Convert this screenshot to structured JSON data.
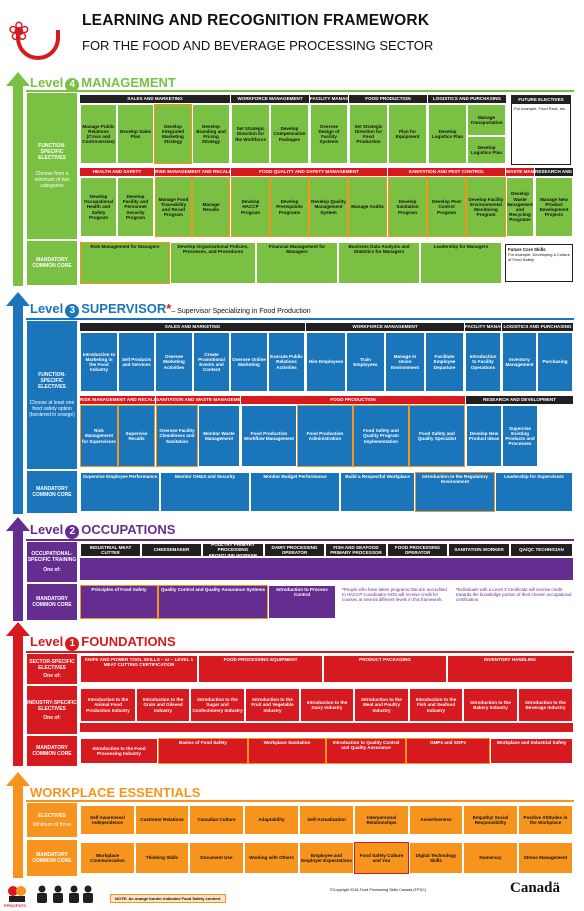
{
  "header": {
    "title": "LEARNING AND RECOGNITION FRAMEWORK",
    "subtitle": "FOR THE FOOD AND BEVERAGE PROCESSING SECTOR"
  },
  "colors": {
    "management": "#7ac143",
    "supervisor": "#1b75bb",
    "occupations": "#662d91",
    "foundations": "#d71920",
    "essentials": "#f7941d",
    "dark": "#231f20"
  },
  "level4": {
    "label": "Level",
    "num": "4",
    "name": "MANAGEMENT",
    "side_electives": "FUNCTION-SPECIFIC ELECTIVES",
    "side_note": "Choose from a minimum of two categories",
    "side_mandatory": "MANDATORY COMMON CORE",
    "cat_sales": "SALES AND MARKETING",
    "cat_workforce": "WORKFORCE MANAGEMENT",
    "cat_facility": "FACILITY MANAGEMENT",
    "cat_food": "FOOD PRODUCTION",
    "cat_logistics": "LOGISTICS AND PURCHASING",
    "future": "FUTURE ELECTIVES",
    "future_sub": "For example: Food Pack, etc.",
    "row1": [
      "Manage Public Relations (Crisis and Controversies)",
      "Develop Sales Plan",
      "Develop Integrated Marketing Strategy",
      "Develop Branding and Pricing Strategy",
      "Set Strategic Direction for the Workforce",
      "Develop Compensation Packages",
      "Oversee Design of Facility Systems",
      "Set Strategic Direction for Food Production",
      "Plan for Equipment",
      "Develop Logistics Plan",
      "Manage Transportation",
      "Develop Logistics Plan"
    ],
    "cat_health": "HEALTH AND SAFETY",
    "cat_risk": "RISK MANAGEMENT AND RECALLS",
    "cat_quality": "FOOD QUALITY AND SAFETY MANAGEMENT",
    "cat_sanitation": "SANITATION AND PEST CONTROL",
    "cat_waste": "WASTE MANAGEMENT",
    "cat_research": "RESEARCH AND DEVELOPMENT",
    "row2": [
      "Develop Occupational Health and Safety Program",
      "Develop Facility and Personnel Security Program",
      "Manage Food Traceability and Recall Program",
      "Manage Recalls",
      "Develop HACCP Program",
      "Develop Prerequisite Programs",
      "Develop Quality Management System",
      "Manage Audits",
      "Develop Sanitation Program",
      "Develop Pest Control Program",
      "Develop Facility Environmental Monitoring Program",
      "Develop Waste Management and Recycling Programs",
      "Manage New Product Development Projects"
    ],
    "core": [
      "Risk Management for Managers",
      "Develop Organizational Policies, Processes, and Procedures",
      "Financial Management for Managers",
      "Business Data Analysis and Statistics for Managers",
      "Leadership for Managers",
      "Future Core Skills"
    ],
    "core_note": "For example: Developing a Culture of Food Safety"
  },
  "level3": {
    "label": "Level",
    "num": "3",
    "name": "SUPERVISOR",
    "tag": "– Supervisor Specializing in Food Production",
    "side_electives": "FUNCTION-SPECIFIC ELECTIVES",
    "side_note": "Choose at least one food safety option (bordered in orange)",
    "side_mandatory": "MANDATORY COMMON CORE",
    "cat_sales": "SALES AND MARKETING",
    "cat_workforce": "WORKFORCE MANAGEMENT",
    "cat_facility": "FACILITY MANAGEMENT",
    "cat_logistics": "LOGISTICS AND PURCHASING",
    "row1": [
      "Introduction to Marketing in the Food Industry",
      "Sell Products and Services",
      "Oversee Marketing Activities",
      "Create Promotional Events and Content",
      "Oversee Online Marketing",
      "Execute Public Relations Activities",
      "Hire Employees",
      "Train Employees",
      "Manage in Union Environment",
      "Facilitate Employee Departure",
      "Introduction to Facility Operations",
      "Inventory Management",
      "Purchasing"
    ],
    "cat_risk": "RISK MANAGEMENT AND RECALLS",
    "cat_sanitation": "SANITATION AND WASTE MANAGEMENT",
    "cat_food": "FOOD PRODUCTION",
    "cat_research": "RESEARCH AND DEVELOPMENT",
    "row2": [
      "Risk Management for Supervisors",
      "Supervise Recalls",
      "Oversee Facility Cleanliness and Sanitation",
      "Monitor Waste Management",
      "Food Production Workflow Management",
      "Food Production Administration",
      "Food Safety and Quality Program Implementation",
      "Food Safety and Quality Specialist",
      "Develop New Product Ideas",
      "Supervise Existing Products and Processes"
    ],
    "core": [
      "Supervise Employee Performance",
      "Monitor OH&S and Security",
      "Monitor Budget Performance",
      "Build a Respectful Workplace",
      "Introduction to the Regulatory Environment",
      "Leadership for Supervisors"
    ]
  },
  "level2": {
    "label": "Level",
    "num": "2",
    "name": "OCCUPATIONS",
    "side_electives": "OCCUPATIONAL-SPECIFIC TRAINING",
    "side_note": "One of:",
    "side_mandatory": "MANDATORY COMMON CORE",
    "occupations": [
      "INDUSTRIAL MEAT CUTTER",
      "CHEESEMAKER",
      "POULTRY PRIMARY PROCESSING FRONTLINE WORKER",
      "DAIRY PROCESSING OPERATOR",
      "FISH AND SEAFOOD PRIMARY PROCESSOR",
      "FOOD PROCESSING OPERATOR",
      "SANITATION WORKER",
      "QA/QC TECHNICIAN"
    ],
    "core": [
      "Principles of Food Safety",
      "Quality Control and Quality Assurance Systems",
      "Introduction to Process Control"
    ],
    "note1": "People who have taken programs that are accredited to HACCP Coordinator NOS will receive credit for courses at several different levels in this framework.",
    "note2": "Individuals with a Level 3 Certificate will receive credit towards the knowledge portion of their chosen occupational certification."
  },
  "level1": {
    "label": "Level",
    "num": "1",
    "name": "FOUNDATIONS",
    "side_sector": "SECTOR-SPECIFIC ELECTIVES",
    "side_sector_note": "One of:",
    "side_industry": "INDUSTRY-SPECIFIC ELECTIVES",
    "side_industry_note": "One of:",
    "side_mandatory": "MANDATORY COMMON CORE",
    "sector_cats": [
      "KNIFE AND POWER TOOL SKILLS – or – LEVEL 1 MEAT CUTTING CERTIFICATION",
      "FOOD PROCESSING EQUIPMENT",
      "PRODUCT PACKAGING",
      "INVENTORY HANDLING"
    ],
    "industry": [
      "Introduction to the Animal Food Production Industry",
      "Introduction to the Grain and Oilseed Industry",
      "Introduction to the Sugar and Confectionery Industry",
      "Introduction to the Fruit and Vegetable Industry",
      "Introduction to the Dairy Industry",
      "Introduction to the Meat and Poultry Industry",
      "Introduction to the Fish and Seafood Industry",
      "Introduction to the Bakery Industry",
      "Introduction to the Beverage Industry"
    ],
    "core": [
      "Introduction to the Food Processing Industry",
      "Basics of Food Safety",
      "Workplace Sanitation",
      "Introduction to Quality Control and Quality Assurance",
      "GMPs and SOPs",
      "Workplace and Industrial Safety"
    ]
  },
  "essentials": {
    "title": "WORKPLACE ESSENTIALS",
    "side_electives": "ELECTIVES",
    "side_note": "Minimum of three",
    "side_mandatory": "MANDATORY COMMON CORE",
    "electives": [
      "Self Awareness/ Independence",
      "Customer Relations",
      "Canadian Culture",
      "Adaptability",
      "Self-Actualization",
      "Interpersonal Relationships",
      "Assertiveness",
      "Empathy/ Social Responsibility",
      "Positive Attitudes in the Workplace"
    ],
    "core": [
      "Workplace Communication",
      "Thinking Skills",
      "Document Use",
      "Working with Others",
      "Employee and Employer Expectations",
      "Food Safety Culture and You",
      "Digital Technology Skills",
      "Numeracy",
      "Stress Management"
    ]
  },
  "footer": {
    "org": "FPSC/FSTC",
    "note": "NOTE: An orange border indicates Food Safety content.",
    "copyright": "©Copyright 2018 Food Processing Skills Canada (FPSC)",
    "canada": "Canadä"
  }
}
